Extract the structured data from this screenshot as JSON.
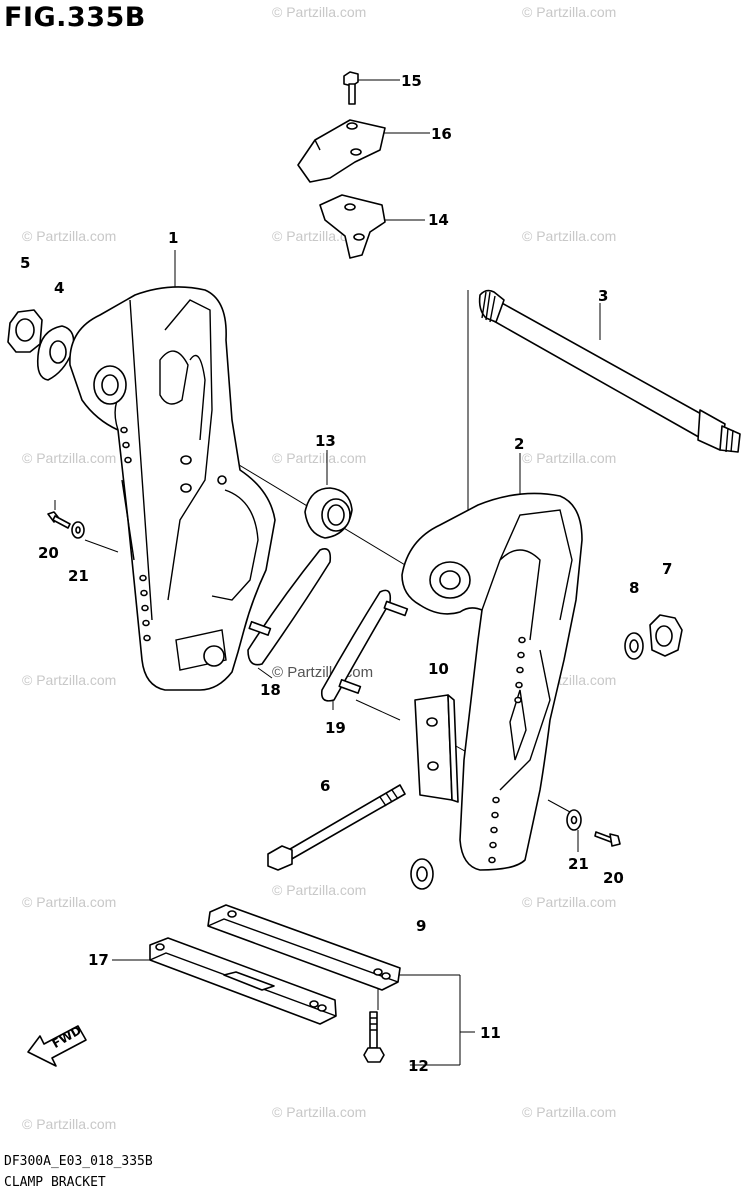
{
  "figure": {
    "title": "FIG.335B",
    "code": "DF300A_E03_018_335B",
    "name": "CLAMP BRACKET",
    "fwd_label": "FWD"
  },
  "watermark": {
    "text": "© Partzilla.com"
  },
  "callouts": {
    "c1": "1",
    "c2": "2",
    "c3": "3",
    "c4": "4",
    "c5": "5",
    "c6": "6",
    "c7": "7",
    "c8": "8",
    "c9": "9",
    "c10": "10",
    "c11": "11",
    "c12": "12",
    "c13": "13",
    "c14": "14",
    "c15": "15",
    "c16": "16",
    "c17": "17",
    "c18": "18",
    "c19": "19",
    "c20a": "20",
    "c20b": "20",
    "c21a": "21",
    "c21b": "21"
  },
  "colors": {
    "line": "#000000",
    "watermark": "#c8c8c8"
  }
}
